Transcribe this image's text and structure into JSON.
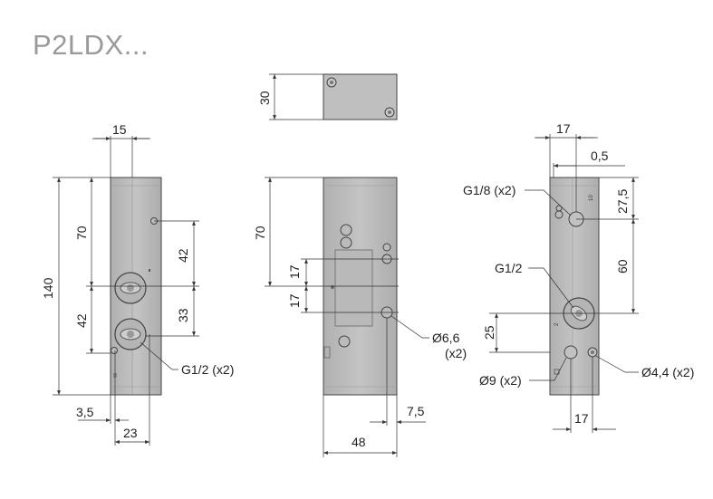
{
  "title": "P2LDX...",
  "colors": {
    "body": "#bdbdbd",
    "body_dark": "#999999",
    "line": "#333333",
    "title": "#9a9a9a"
  },
  "front": {
    "dims": {
      "width": "15",
      "height": "140",
      "upper": "70",
      "lower": "42",
      "right_upper": "42",
      "right_mid": "33",
      "offset": "3,5",
      "port_spacing": "23"
    },
    "callouts": {
      "port": "G1/2 (x2)"
    }
  },
  "top": {
    "dims": {
      "depth": "30"
    }
  },
  "side": {
    "dims": {
      "upper": "70",
      "a": "17",
      "b": "17",
      "hole_offset": "7,5",
      "width": "48"
    },
    "callouts": {
      "hole": "Ø6,6",
      "hole_qty": "(x2)"
    }
  },
  "right": {
    "dims": {
      "width": "17",
      "offset": "0,5",
      "top": "27,5",
      "mid": "60",
      "low": "25",
      "bottom": "17"
    },
    "callouts": {
      "pilot": "G1/8 (x2)",
      "port": "G1/2",
      "bore": "Ø9 (x2)",
      "mount": "Ø4,4 (x2)"
    },
    "marks": {
      "port_label_top": "10",
      "port_label_mid": "2"
    }
  }
}
